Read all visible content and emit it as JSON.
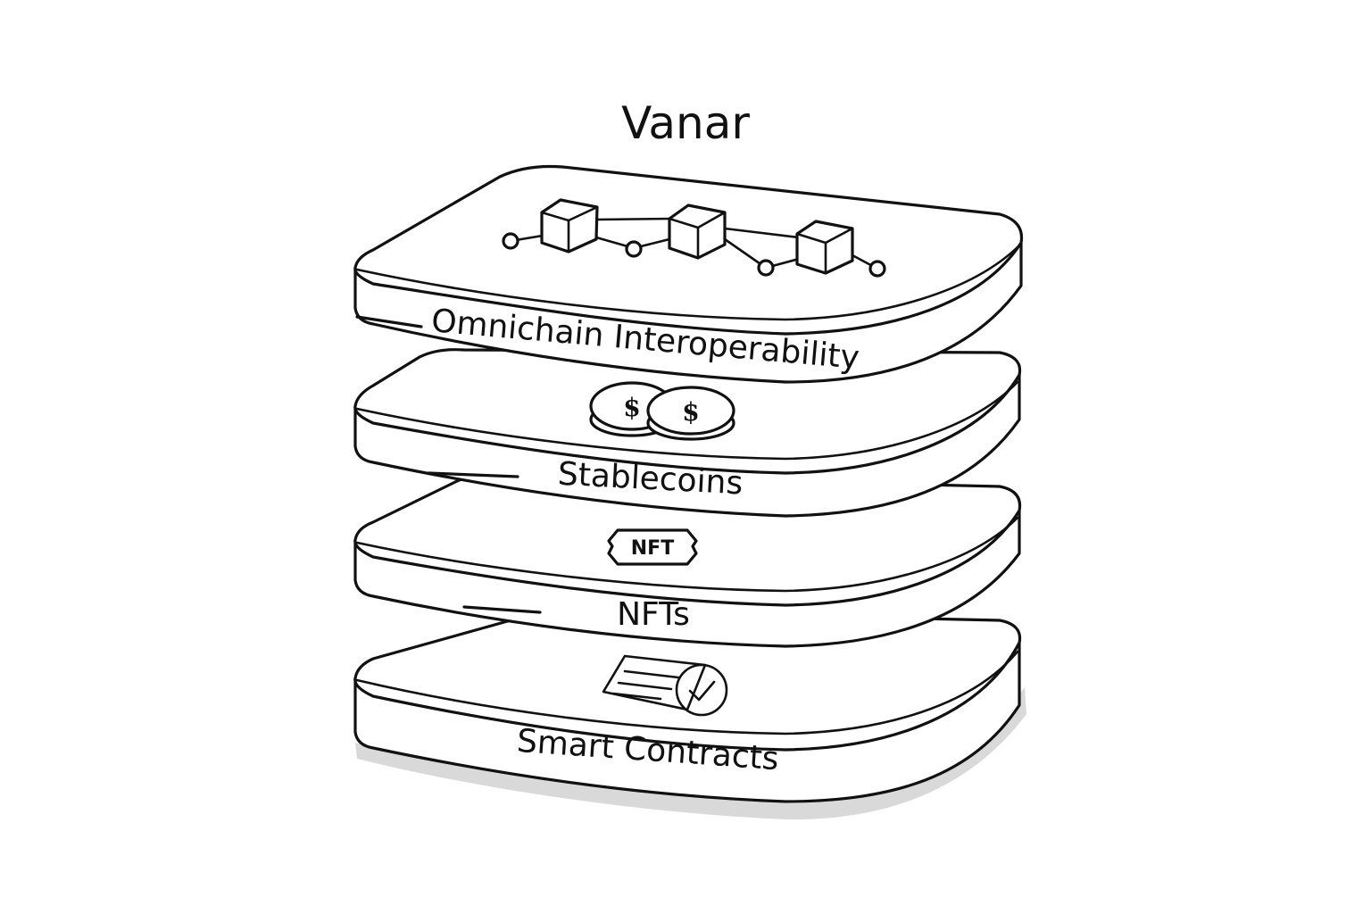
{
  "title": "Vanar",
  "layers": [
    {
      "label": "Omnichain Interoperability",
      "icon": "blockchain-icon"
    },
    {
      "label": "Stablecoins",
      "icon": "coins-icon"
    },
    {
      "label": "NFTs",
      "icon": "nft-icon"
    },
    {
      "label": "Smart Contracts",
      "icon": "contract-check-icon"
    }
  ],
  "icons": {
    "coin_symbol": "$",
    "nft_badge_text": "NFT"
  },
  "colors": {
    "stroke": "#111111",
    "fill": "#ffffff",
    "shadow": "#d9d9d9"
  }
}
